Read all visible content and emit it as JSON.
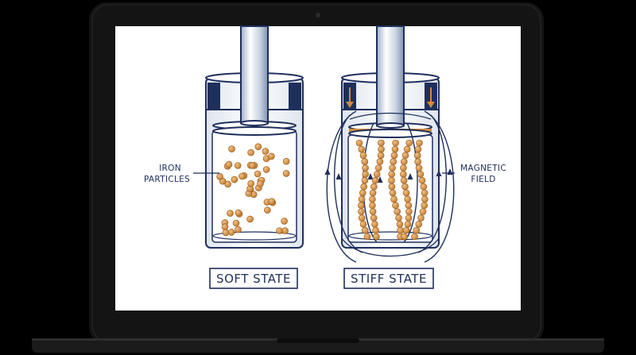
{
  "labels": {
    "iron_line1": "IRON",
    "iron_line2": "PARTICLES",
    "magnetic_line1": "MAGNETIC",
    "magnetic_line2": "FIELD",
    "soft_state": "SOFT STATE",
    "stiff_state": "STIFF STATE"
  },
  "colors": {
    "ink": "#1e2f5c",
    "particle": "#d28a3c",
    "particle_edge": "#9a5a1c",
    "background": "#ffffff",
    "bezel": "#111111"
  },
  "icons": {
    "field_arrow": "arrow-up-icon",
    "force_arrow": "arrow-down-icon"
  }
}
